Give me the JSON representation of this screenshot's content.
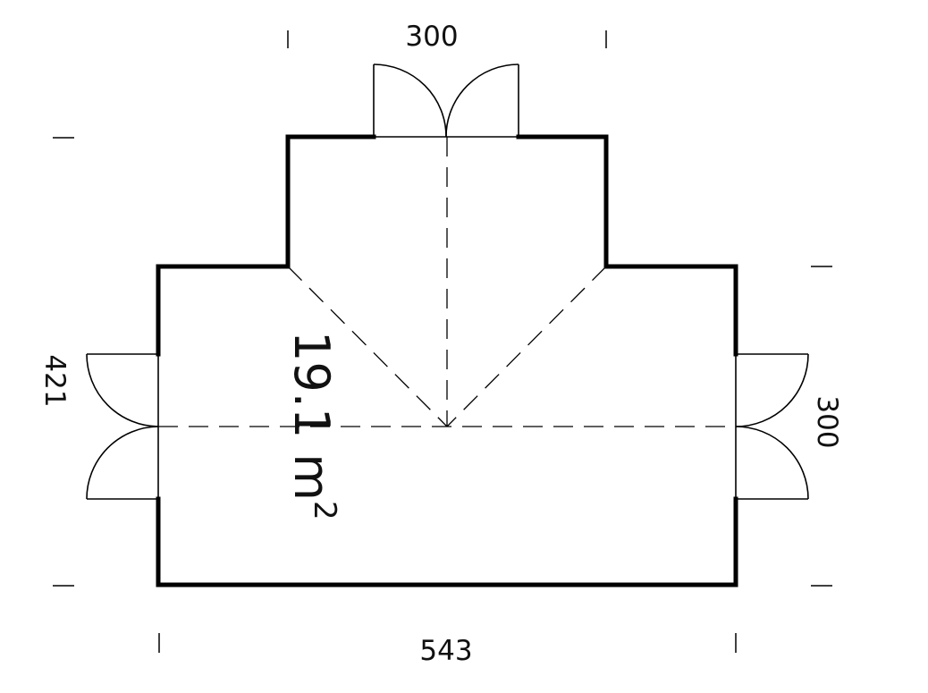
{
  "diagram": {
    "type": "floor-plan",
    "area_label": {
      "value": "19.1 m",
      "superscript": "2"
    },
    "dimensions": {
      "top_width": "300",
      "bottom_width": "543",
      "left_height": "421",
      "right_height": "300"
    },
    "doors": [
      {
        "position": "top",
        "type": "double"
      },
      {
        "position": "left",
        "type": "double"
      },
      {
        "position": "right",
        "type": "double"
      }
    ],
    "colors": {
      "wall": "#000000",
      "background": "#ffffff",
      "text": "#111111"
    }
  }
}
